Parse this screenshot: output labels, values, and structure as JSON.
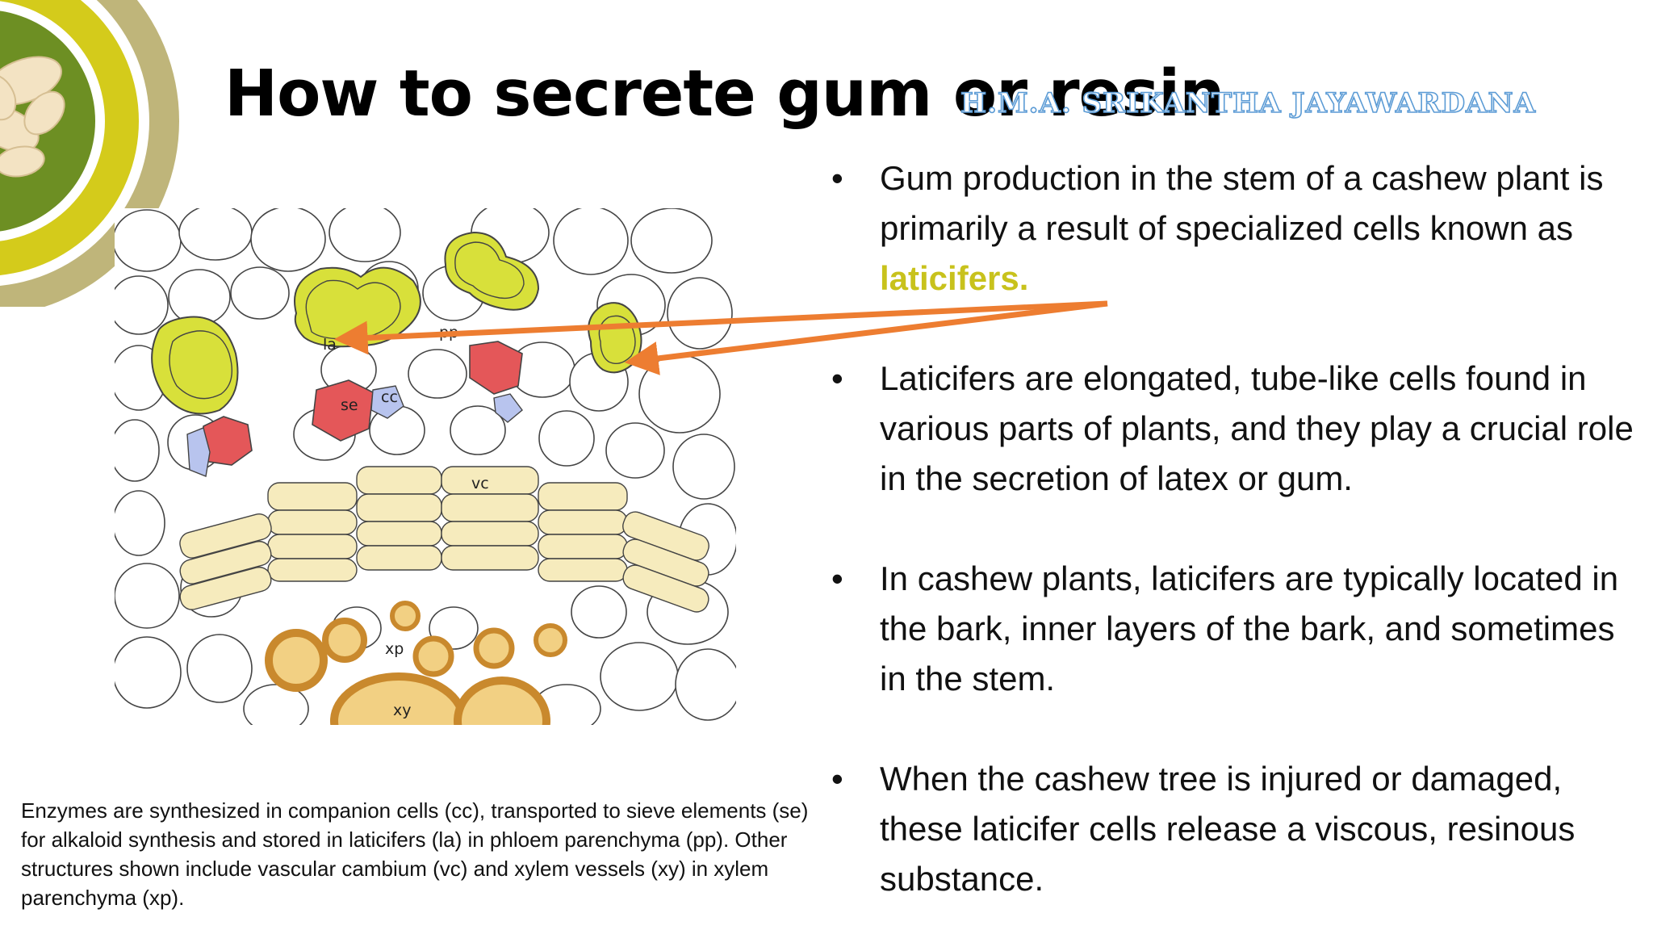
{
  "slide": {
    "title": "How to secrete gum or resin",
    "author": "H.M.A. SRIKANTHA JAYAWARDANA"
  },
  "diagram": {
    "labels": {
      "la": "la",
      "pp": "pp",
      "se": "se",
      "cc": "cc",
      "vc": "vc",
      "xp": "xp",
      "xy": "xy"
    },
    "colors": {
      "laticifer": "#d8e03a",
      "sieve_element": "#e45759",
      "companion_cell": "#b8c4ee",
      "cambium": "#f6ebbd",
      "xylem_vessel": "#c9892d",
      "arrow": "#ed7d31",
      "outline": "#444444"
    }
  },
  "caption": "Enzymes are synthesized in companion cells (cc), transported to sieve elements (se) for alkaloid synthesis and stored in laticifers (la) in phloem parenchyma (pp). Other structures shown include vascular cambium (vc) and xylem vessels (xy) in xylem parenchyma (xp).",
  "bullets": [
    {
      "text_before": "Gum production in the stem of a cashew plant is primarily a result of specialized cells known as ",
      "highlight": "laticifers."
    },
    {
      "text_before": "Laticifers are elongated, tube-like cells found in various parts of plants, and they play a crucial role in the secretion of latex or gum.",
      "highlight": ""
    },
    {
      "text_before": "In cashew plants, laticifers are typically located in the bark, inner layers of the bark, and sometimes in the stem.",
      "highlight": ""
    },
    {
      "text_before": "When the cashew tree is injured or damaged, these laticifer cells release a viscous, resinous substance.",
      "highlight": ""
    }
  ],
  "bullet_glyph": "•",
  "theme": {
    "ring_outer": "#bfb57a",
    "ring_mid": "#d4cb1b",
    "ring_inner": "#6d8f23",
    "highlight": "#c8c21c"
  },
  "icons": {
    "corner_decoration": "cashew-nut-photo-ring",
    "pointer": "orange-arrow"
  }
}
